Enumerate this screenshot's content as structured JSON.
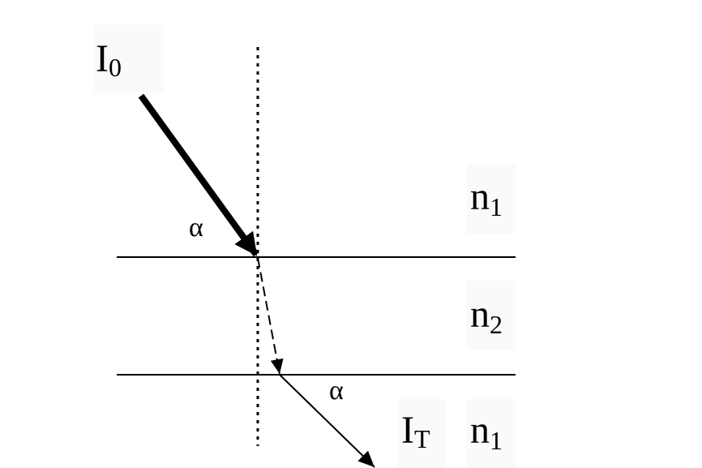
{
  "incident_beam": {
    "label": "I",
    "subscript": "0"
  },
  "transmitted_beam": {
    "label": "I",
    "subscript": "T"
  },
  "media": {
    "top": {
      "label": "n",
      "subscript": "1"
    },
    "middle": {
      "label": "n",
      "subscript": "2"
    },
    "bottom": {
      "label": "n",
      "subscript": "1"
    }
  },
  "angles": {
    "incident": "α",
    "exit": "α"
  },
  "colors": {
    "ink": "#000000",
    "label_background": "#fafafa"
  }
}
